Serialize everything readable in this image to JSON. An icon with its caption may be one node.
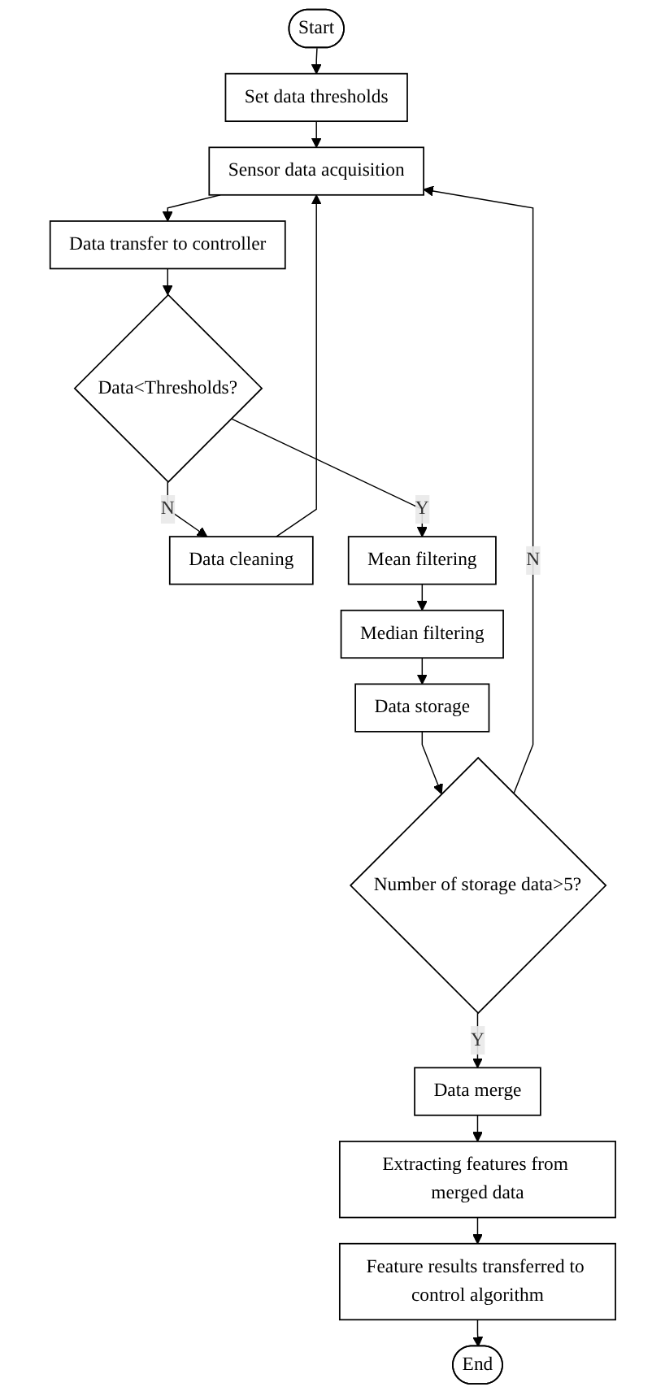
{
  "diagram": {
    "nodes": [
      {
        "text": [
          "Start"
        ]
      },
      {
        "text": [
          "Set data thresholds"
        ]
      },
      {
        "text": [
          "Sensor data acquisition"
        ]
      },
      {
        "text": [
          "Data transfer to controller"
        ]
      },
      {
        "text": [
          "Data<Thresholds?"
        ]
      },
      {
        "text": [
          "Data cleaning"
        ]
      },
      {
        "text": [
          "Mean filtering"
        ]
      },
      {
        "text": [
          "Median filtering"
        ]
      },
      {
        "text": [
          "Data storage"
        ]
      },
      {
        "text": [
          "Number of storage data>5?"
        ]
      },
      {
        "text": [
          "Data merge"
        ]
      },
      {
        "text": [
          "Extracting features from merged data"
        ]
      },
      {
        "text": [
          "Feature results transferred to control algorithm"
        ]
      },
      {
        "text": [
          "End"
        ]
      }
    ],
    "edges": [
      {
        "from": 0,
        "to": 1,
        "arrow": "to"
      },
      {
        "from": 1,
        "to": 2,
        "arrow": "to"
      },
      {
        "from": 2,
        "to": 3,
        "arrow": "to"
      },
      {
        "from": 3,
        "to": 4,
        "arrow": "to"
      },
      {
        "from": 4,
        "to": 5,
        "arrow": "to",
        "label": "N"
      },
      {
        "from": 5,
        "to": 2,
        "arrow": "to"
      },
      {
        "from": 4,
        "to": 6,
        "arrow": "to",
        "label": "Y"
      },
      {
        "from": 6,
        "to": 7,
        "arrow": "to"
      },
      {
        "from": 7,
        "to": 8,
        "arrow": "to"
      },
      {
        "from": 8,
        "to": 9,
        "arrow": "to"
      },
      {
        "from": 9,
        "to": 2,
        "arrow": "to",
        "label": "N"
      },
      {
        "from": 9,
        "to": 10,
        "arrow": "to",
        "label": "Y"
      },
      {
        "from": 10,
        "to": 11,
        "arrow": "to"
      },
      {
        "from": 11,
        "to": 12,
        "arrow": "to"
      },
      {
        "from": 12,
        "to": 13,
        "arrow": "to"
      }
    ]
  }
}
